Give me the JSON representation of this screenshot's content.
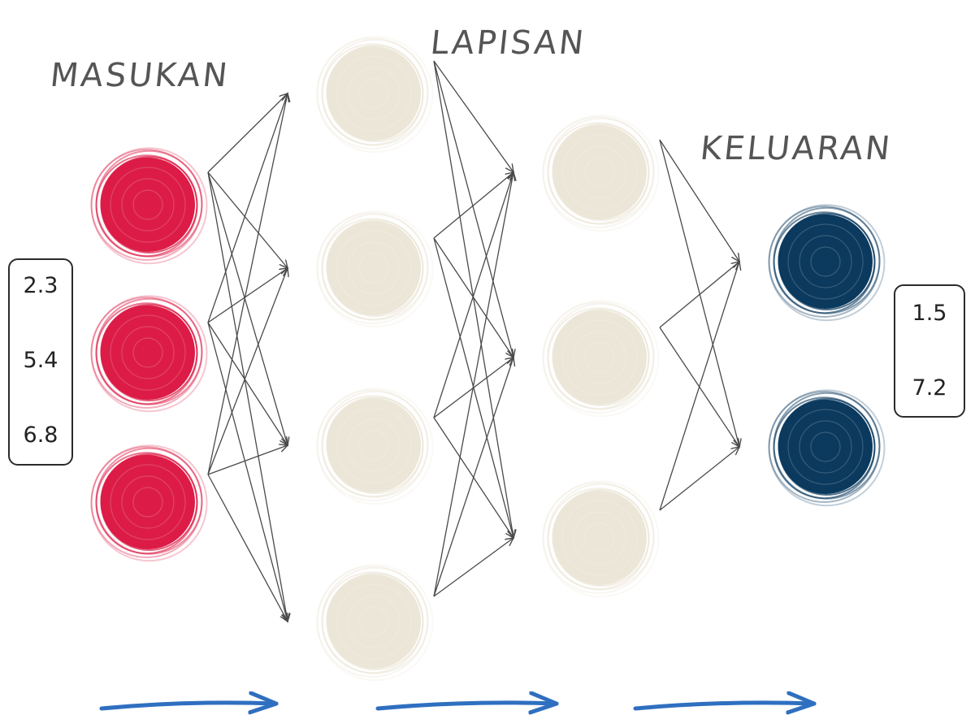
{
  "labels": {
    "input_layer": "MASUKAN",
    "hidden_layer": "LAPISAN",
    "output_layer": "KELUARAN"
  },
  "input_values": [
    "2.3",
    "5.4",
    "6.8"
  ],
  "output_values": [
    "1.5",
    "7.2"
  ],
  "colors": {
    "input_node": "#dc1c46",
    "hidden_node": "#ece6d8",
    "output_node": "#0b3a5e",
    "edge": "#4a4a4a",
    "flow_arrow": "#2f6fc0",
    "label": "#555555"
  },
  "network": {
    "layer_sizes": [
      3,
      4,
      3,
      2
    ]
  }
}
